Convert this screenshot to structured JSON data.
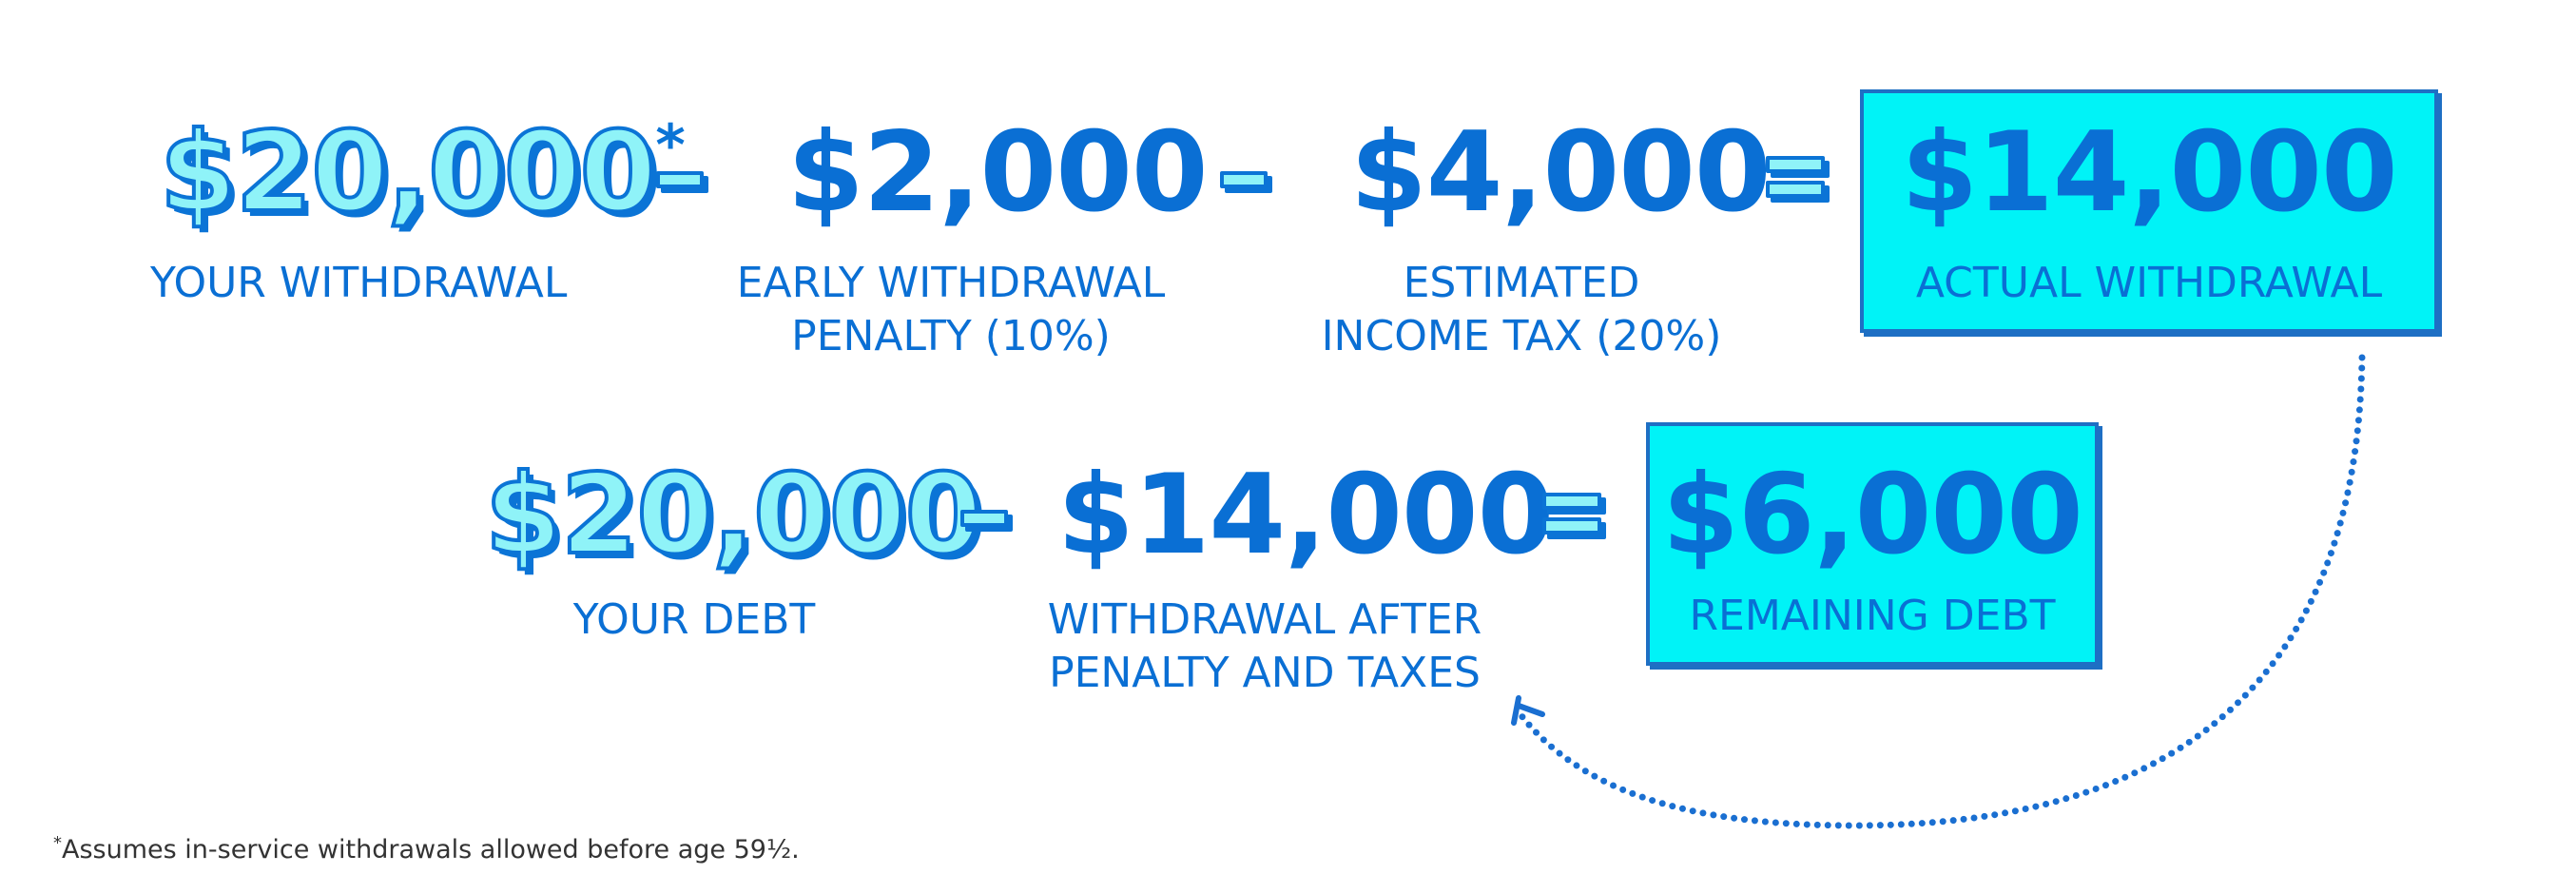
{
  "row1": {
    "withdrawal": {
      "amount": "$20,000",
      "asterisk": "*",
      "label": "YOUR WITHDRAWAL"
    },
    "penalty": {
      "amount": "$2,000",
      "label_line1": "EARLY WITHDRAWAL",
      "label_line2": "PENALTY (10%)"
    },
    "tax": {
      "amount": "$4,000",
      "label_line1": "ESTIMATED",
      "label_line2": "INCOME TAX (20%)"
    },
    "result": {
      "amount": "$14,000",
      "label": "ACTUAL WITHDRAWAL"
    }
  },
  "row2": {
    "debt": {
      "amount": "$20,000",
      "label": "YOUR DEBT"
    },
    "withdrawal": {
      "amount": "$14,000",
      "label_line1": "WITHDRAWAL AFTER",
      "label_line2": "PENALTY AND TAXES"
    },
    "result": {
      "amount": "$6,000",
      "label": "REMAINING DEBT"
    }
  },
  "footnote": {
    "mark": "*",
    "text": "Assumes in-service withdrawals allowed before age 59½."
  },
  "colors": {
    "primary_blue": "#0a6fd4",
    "cyan_box": "#00f3f7",
    "outline_fill": "#8ff3f8",
    "footnote_text": "#333333"
  }
}
